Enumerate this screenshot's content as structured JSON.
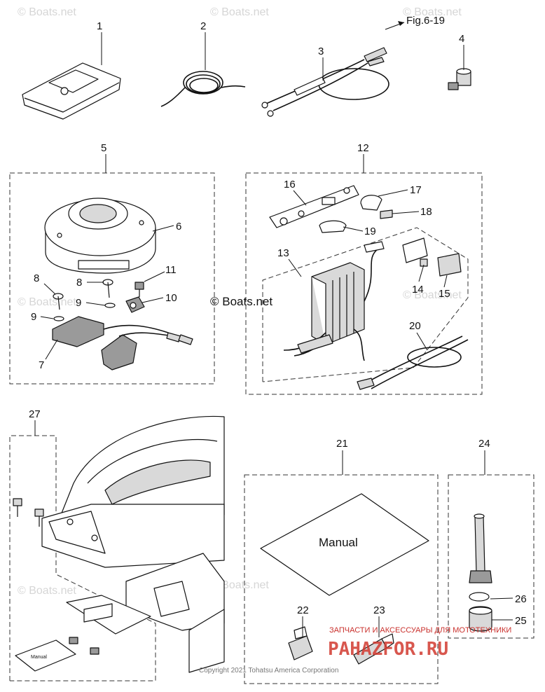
{
  "watermarks": {
    "site": "© Boats.net"
  },
  "figure_ref": "Fig.6-19",
  "labels": [
    "1",
    "2",
    "3",
    "4",
    "5",
    "6",
    "7",
    "8",
    "8",
    "9",
    "9",
    "10",
    "11",
    "12",
    "13",
    "14",
    "15",
    "16",
    "17",
    "18",
    "19",
    "20",
    "21",
    "22",
    "23",
    "24",
    "25",
    "26",
    "27"
  ],
  "manual_large": "Manual",
  "manual_small": "Manual",
  "copyright": "Copyright 2021 Tohatsu America Corporation",
  "stamp": {
    "top": "ЗАПЧАСТИ И АКСЕССУАРЫ ДЛЯ МОТОТЕХНИКИ",
    "logo": "PAHAZFOR.RU"
  },
  "colors": {
    "line": "#111111",
    "dash": "#333333",
    "watermark": "#d6d6d6",
    "stamp": "#d23a30"
  }
}
